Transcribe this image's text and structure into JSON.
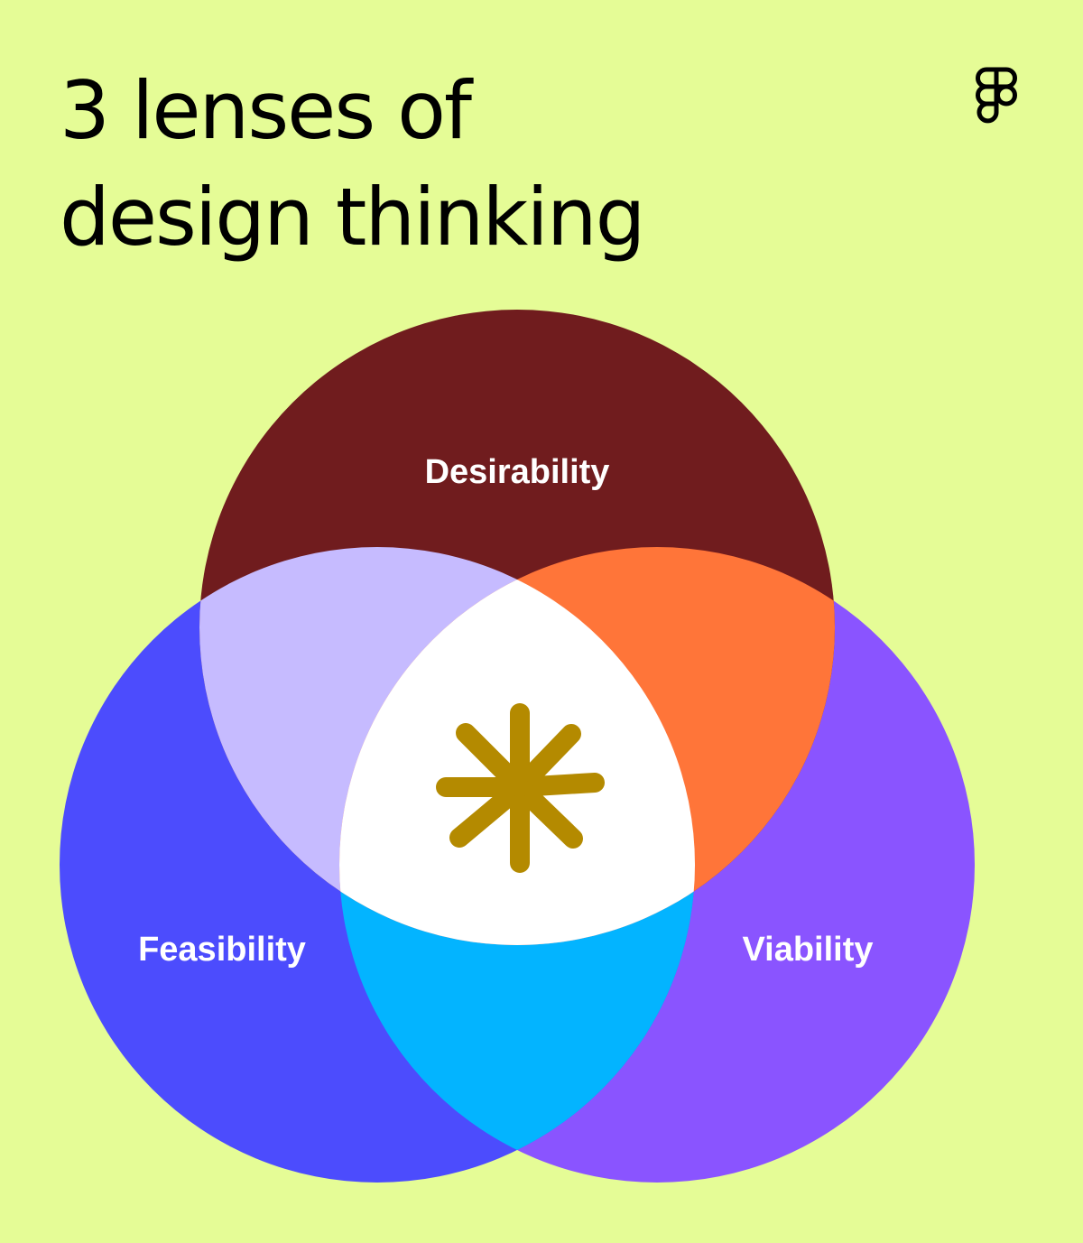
{
  "title": {
    "line1": "3 lenses of",
    "line2": "design thinking"
  },
  "logo": {
    "icon": "figma-logo-icon"
  },
  "diagram": {
    "center_icon": "asterisk-icon",
    "lenses": [
      {
        "label": "Desirability",
        "color": "#701c1e"
      },
      {
        "label": "Feasibility",
        "color": "#4c4cfd"
      },
      {
        "label": "Viability",
        "color": "#8a54ff"
      }
    ],
    "overlaps": {
      "desirability_feasibility": "#c6bbff",
      "desirability_viability": "#ff7539",
      "feasibility_viability": "#03b4ff",
      "all_three": "#ffffff"
    },
    "center_icon_color": "#b48a00"
  },
  "colors": {
    "background": "#e5fc96",
    "text": "#000000"
  }
}
